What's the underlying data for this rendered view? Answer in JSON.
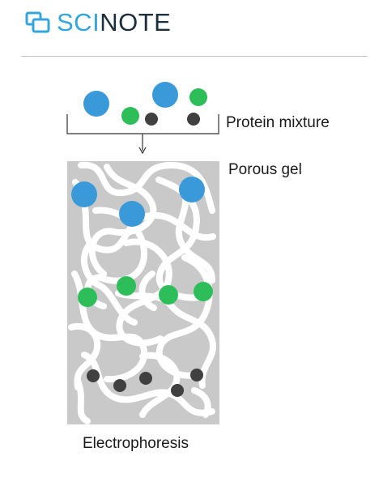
{
  "header": {
    "logo_text_accent": "SCI",
    "logo_text_main": "NOTE"
  },
  "diagram": {
    "labels": {
      "protein_mixture": "Protein mixture",
      "porous_gel": "Porous gel",
      "electrophoresis": "Electrophoresis"
    },
    "colors": {
      "large_protein": "#3a9ad9",
      "medium_protein": "#2dbe5a",
      "small_protein": "#404040",
      "gel_background": "#c9c9c9",
      "gel_fibers": "#ffffff",
      "logo_accent": "#35a5dd",
      "logo_dark": "#1b2f3d"
    }
  }
}
